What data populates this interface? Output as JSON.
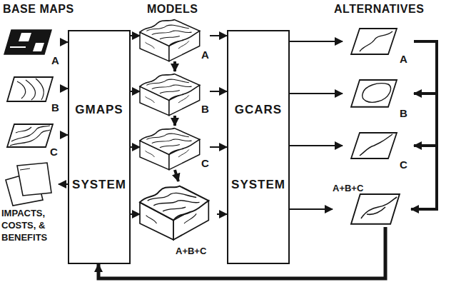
{
  "diagram": {
    "nodes": [
      {
        "text": [
          "A"
        ]
      },
      {
        "text": [
          "B"
        ]
      },
      {
        "text": [
          "C"
        ]
      },
      {
        "text": [
          "IMPACTS, COSTS, & BENEFITS"
        ]
      },
      {
        "text": [
          "GMAPS SYSTEM"
        ]
      },
      {
        "text": [
          "A"
        ]
      },
      {
        "text": [
          "B"
        ]
      },
      {
        "text": [
          "C"
        ]
      },
      {
        "text": [
          "A+B+C"
        ]
      },
      {
        "text": [
          "GCARS SYSTEM"
        ]
      },
      {
        "text": [
          "A"
        ]
      },
      {
        "text": [
          "B"
        ]
      },
      {
        "text": [
          "C"
        ]
      },
      {
        "text": [
          "A+B+C"
        ]
      }
    ],
    "edges": [
      {
        "from": 0,
        "to": 4,
        "arrow": "to"
      },
      {
        "from": 1,
        "to": 4,
        "arrow": "to"
      },
      {
        "from": 2,
        "to": 4,
        "arrow": "to"
      },
      {
        "from": 4,
        "to": 3,
        "arrow": "to"
      },
      {
        "from": 4,
        "to": 5,
        "arrow": "to"
      },
      {
        "from": 4,
        "to": 6,
        "arrow": "to"
      },
      {
        "from": 4,
        "to": 7,
        "arrow": "to"
      },
      {
        "from": 4,
        "to": 8,
        "arrow": "to"
      },
      {
        "from": 5,
        "to": 6,
        "arrow": "to"
      },
      {
        "from": 6,
        "to": 7,
        "arrow": "to"
      },
      {
        "from": 7,
        "to": 8,
        "arrow": "to"
      },
      {
        "from": 5,
        "to": 9,
        "arrow": "to"
      },
      {
        "from": 6,
        "to": 9,
        "arrow": "to"
      },
      {
        "from": 7,
        "to": 9,
        "arrow": "to"
      },
      {
        "from": 8,
        "to": 9,
        "arrow": "to"
      },
      {
        "from": 9,
        "to": 10,
        "arrow": "to"
      },
      {
        "from": 9,
        "to": 11,
        "arrow": "to"
      },
      {
        "from": 9,
        "to": 12,
        "arrow": "to"
      },
      {
        "from": 9,
        "to": 13,
        "arrow": "to"
      },
      {
        "from": 10,
        "to": 11,
        "arrow": "to"
      },
      {
        "from": 11,
        "to": 12,
        "arrow": "to"
      },
      {
        "from": 12,
        "to": 13,
        "arrow": "to"
      },
      {
        "from": 13,
        "to": 4,
        "arrow": "to"
      }
    ],
    "labels": [
      "BASE MAPS",
      "MODELS",
      "ALTERNATIVES"
    ]
  }
}
